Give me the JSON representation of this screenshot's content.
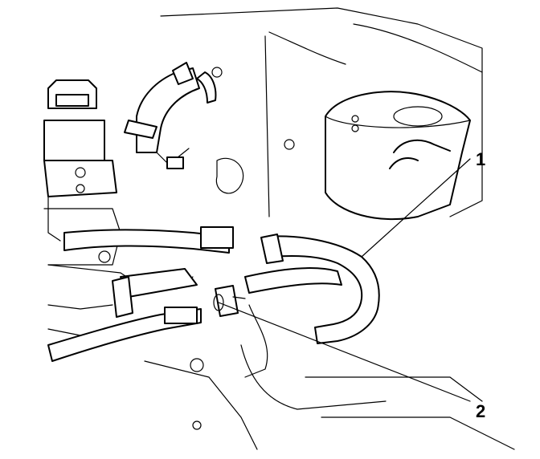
{
  "callouts": [
    {
      "label": "1",
      "part": "heater-hose-upper"
    },
    {
      "label": "2",
      "part": "heater-hose-clamp"
    }
  ],
  "colors": {
    "line": "#000000",
    "background": "#ffffff"
  }
}
